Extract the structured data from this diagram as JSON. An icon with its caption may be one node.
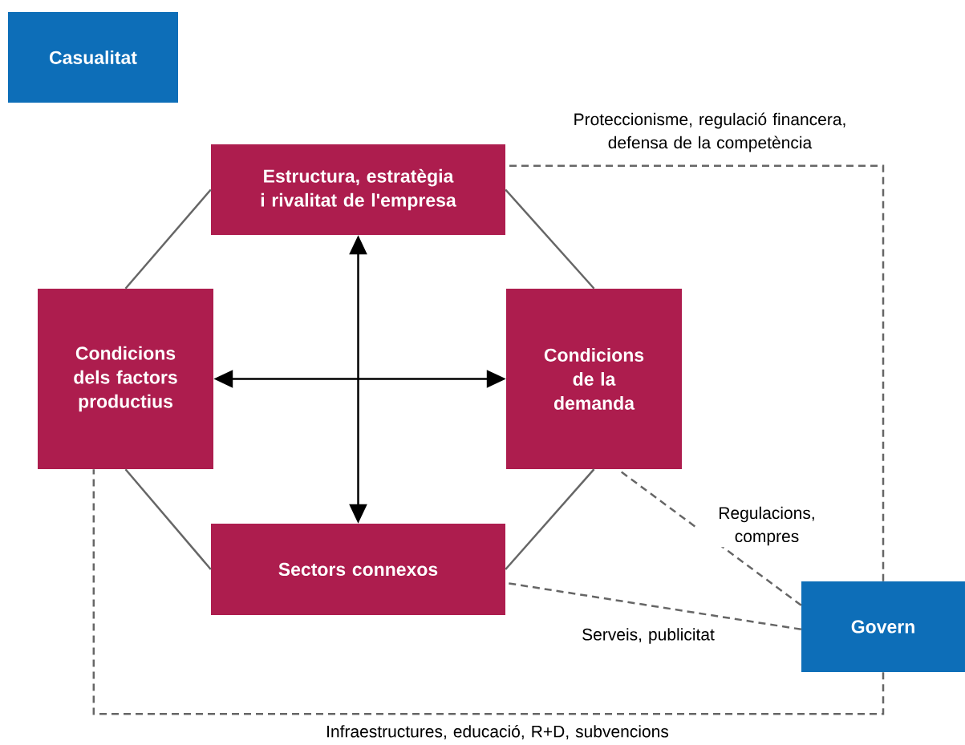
{
  "diagram": {
    "nodes": [
      {
        "text": [
          "Casualitat"
        ]
      },
      {
        "text": [
          "Estructura, estratègia i rivalitat de l'empresa"
        ]
      },
      {
        "text": [
          "Condicions dels factors productius"
        ]
      },
      {
        "text": [
          "Condicions de la demanda"
        ]
      },
      {
        "text": [
          "Sectors connexos"
        ]
      },
      {
        "text": [
          "Govern"
        ]
      }
    ],
    "edges": [
      {
        "from": 1,
        "to": 2,
        "arrow": "none"
      },
      {
        "from": 1,
        "to": 3,
        "arrow": "none"
      },
      {
        "from": 2,
        "to": 4,
        "arrow": "none"
      },
      {
        "from": 3,
        "to": 4,
        "arrow": "none"
      },
      {
        "from": 1,
        "to": 4,
        "arrow": "both",
        "color": "#000000"
      },
      {
        "from": 2,
        "to": 3,
        "arrow": "both",
        "color": "#000000"
      },
      {
        "from": 5,
        "to": 1,
        "arrow": "none",
        "style": "dashed",
        "label": "Proteccionisme, regulació financera, defensa de la competència"
      },
      {
        "from": 5,
        "to": 2,
        "arrow": "none",
        "style": "dashed",
        "label": "Infraestructures, educació, R+D, subvencions"
      },
      {
        "from": 5,
        "to": 3,
        "arrow": "none",
        "style": "dashed",
        "label": "Regulacions, compres"
      },
      {
        "from": 5,
        "to": 4,
        "arrow": "none",
        "style": "dashed",
        "label": "Serveis, publicitat"
      }
    ]
  }
}
